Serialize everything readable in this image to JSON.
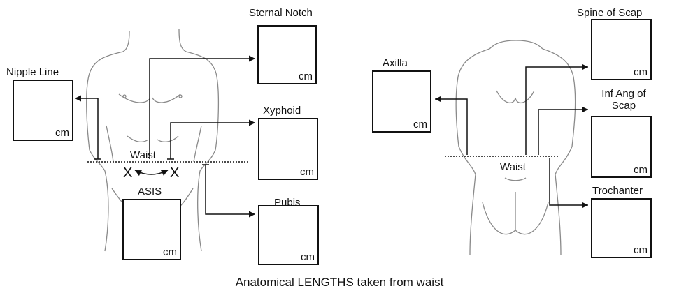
{
  "front": {
    "labels": {
      "sternal_notch": "Sternal Notch",
      "nipple_line": "Nipple Line",
      "xyphoid": "Xyphoid",
      "waist": "Waist",
      "asis": "ASIS",
      "pubis": "Pubis",
      "x_mark": "X"
    }
  },
  "back": {
    "labels": {
      "spine_of_scap": "Spine of Scap",
      "axilla": "Axilla",
      "inf_ang_of_scap_line1": "Inf Ang of",
      "inf_ang_of_scap_line2": "Scap",
      "waist": "Waist",
      "trochanter": "Trochanter"
    }
  },
  "unit": "cm",
  "caption": "Anatomical LENGTHS taken from waist",
  "colors": {
    "stroke": "#111111",
    "body_outline": "#8a8a8a"
  }
}
